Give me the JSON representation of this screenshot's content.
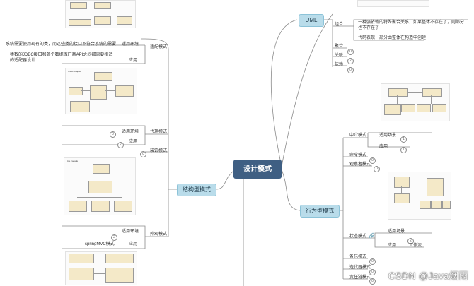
{
  "root": {
    "label": "设计模式"
  },
  "branches": {
    "uml": "UML",
    "behavioral": "行为型模式",
    "structural": "结构型模式"
  },
  "uml": {
    "composition": "组合",
    "composition_desc": "一种强依赖的特殊聚合关系，如果整体不存在了，则部分也不存在了",
    "code_manifest": "代码表现：部分由整体在构造中创建",
    "aggregation": "聚合",
    "association": "关联",
    "dependency": "依赖",
    "badges": [
      "0",
      "2",
      "0"
    ]
  },
  "behavioral": {
    "mediator": "中介模式",
    "scene": "适用场景",
    "apply": "应用",
    "command": "命令模式",
    "observer": "观察者模式",
    "state": "状态模式",
    "state_scene": "适用场景",
    "state_apply": "应用",
    "state_apply_value": "工作流",
    "memento": "备忘模式",
    "iterator": "迭代器模式",
    "chain": "责任链模式",
    "badges": [
      "1",
      "1",
      "0",
      "0",
      "2",
      "0",
      "0",
      "0"
    ]
  },
  "structural": {
    "adapter": "适配模式",
    "adapter_desc1": "系统需要使用现有的类，而这些类的接口不符合系统的需要",
    "adapter_scene": "适用环境",
    "adapter_desc2": "猿数的JDBC接口和各个数据库厂商API之间都需要相适的适配器设计",
    "adapter_apply": "应用",
    "proxy": "代理模式",
    "proxy_scene": "适用环境",
    "proxy_apply": "应用",
    "decorator": "装饰模式",
    "facade": "外观模式",
    "facade_scene": "适用环境",
    "facade_apply": "应用",
    "facade_apply_value": "springMVC模式",
    "badges": [
      "0",
      "2",
      "0",
      "2"
    ]
  },
  "watermark": "CSDN @Java烟雨"
}
